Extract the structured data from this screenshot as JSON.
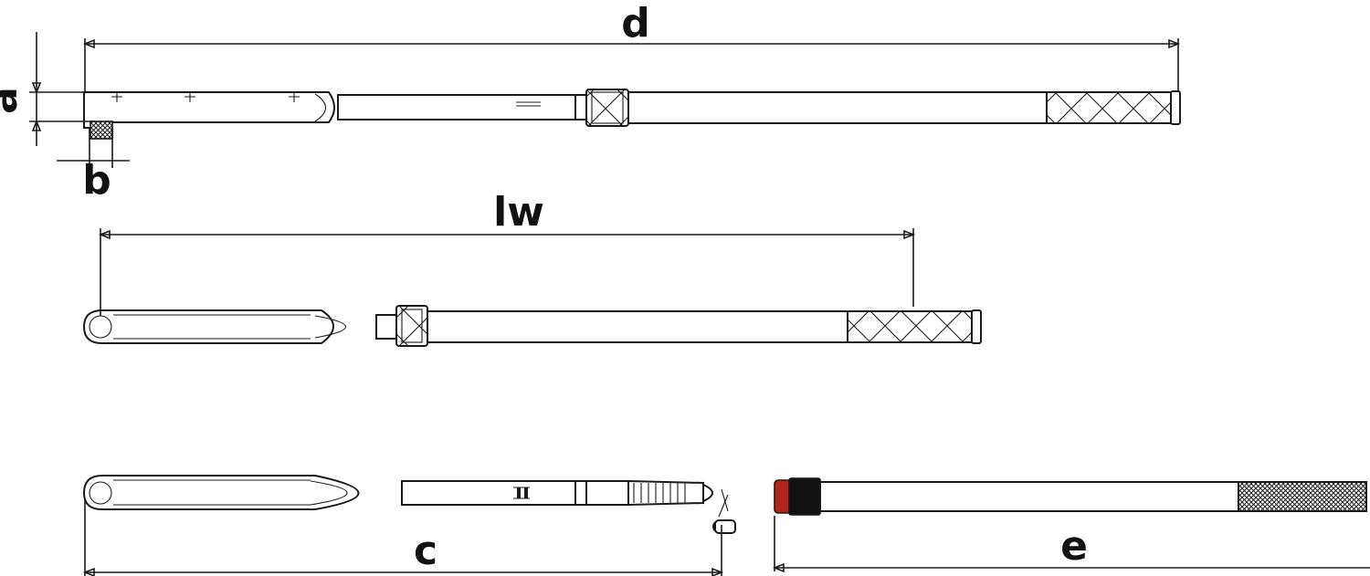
{
  "dimensions": {
    "d": "d",
    "a": "a",
    "b": "b",
    "lw": "lw",
    "c": "c",
    "e": "e"
  },
  "colors": {
    "line": "#1a1a1a",
    "background": "#ffffff",
    "cap_red": "#b0261c",
    "grip_black": "#111111"
  }
}
